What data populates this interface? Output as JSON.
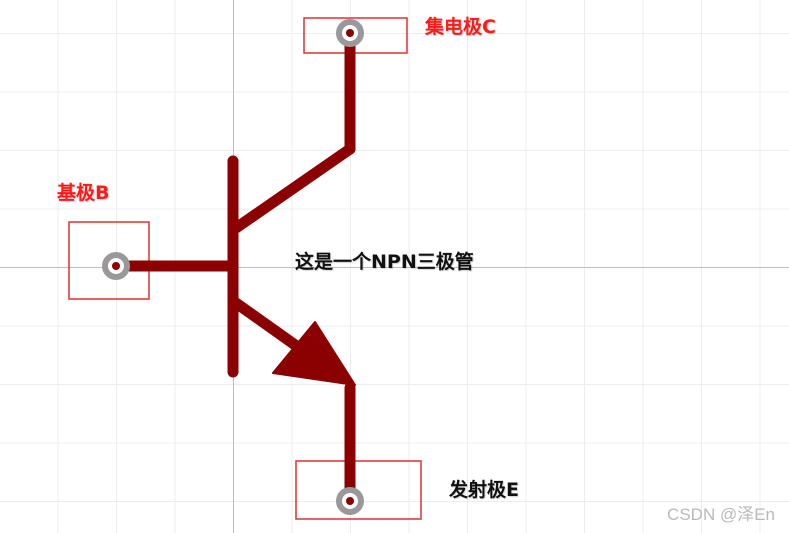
{
  "labels": {
    "collector": "集电极C",
    "base": "基极B",
    "emitter": "发射极E",
    "description": "这是一个NPN三极管"
  },
  "watermark": "CSDN @泽En",
  "colors": {
    "symbol": "#8b0000",
    "pad_ring": "#999999",
    "pad_box": "#e03030",
    "label_red": "#ff1a1a",
    "label_black": "#111111",
    "grid": "#ececec",
    "axis": "#bdbdbd"
  }
}
